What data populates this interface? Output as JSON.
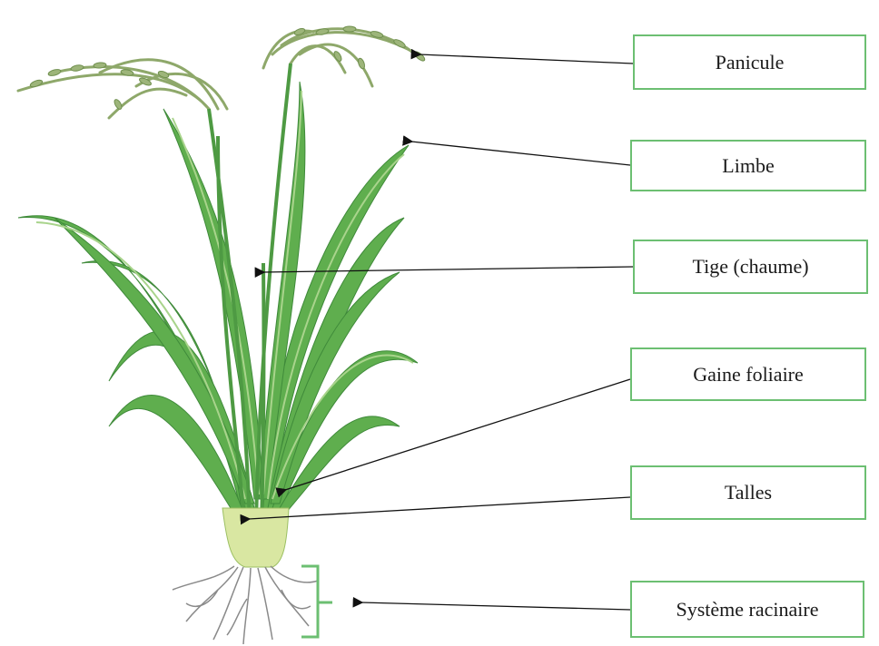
{
  "labels": {
    "panicule": "Panicule",
    "limbe": "Limbe",
    "tige": "Tige (chaume)",
    "gaine": "Gaine foliaire",
    "talles": "Talles",
    "systeme": "Système racinaire"
  },
  "colors": {
    "box_border": "#6cbf72",
    "leaf": "#5fae4e",
    "leaf_dark": "#3f8a3a",
    "leaf_light": "#a9d48c",
    "stem_base": "#d9e7a2",
    "panicle": "#8ea86a",
    "root": "#8a8a8a",
    "bracket": "#6cbf72",
    "arrow": "#111111"
  }
}
